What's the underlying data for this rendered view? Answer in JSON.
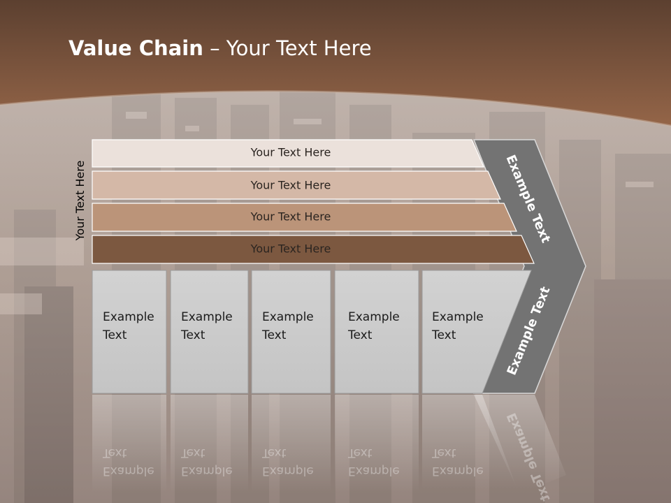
{
  "title": {
    "bold": "Value Chain",
    "rest": " – Your Text Here"
  },
  "side_label": "Your Text Here",
  "bars": [
    {
      "label": "Your Text Here",
      "color": "#ebe1db"
    },
    {
      "label": "Your Text Here",
      "color": "#d4b8a7"
    },
    {
      "label": "Your Text Here",
      "color": "#bb9479"
    },
    {
      "label": "Your Text Here",
      "color": "#7c5840"
    }
  ],
  "boxes": [
    {
      "line1": "Example",
      "line2": "Text"
    },
    {
      "line1": "Example",
      "line2": "Text"
    },
    {
      "line1": "Example",
      "line2": "Text"
    },
    {
      "line1": "Example",
      "line2": "Text"
    },
    {
      "line1": "Example",
      "line2": "Text"
    }
  ],
  "chevron": {
    "upper": "Example Text",
    "lower": "Example Text",
    "color": "#737373"
  },
  "colors": {
    "header": "#7a5b48",
    "box_fill": "#cdcdcd"
  }
}
